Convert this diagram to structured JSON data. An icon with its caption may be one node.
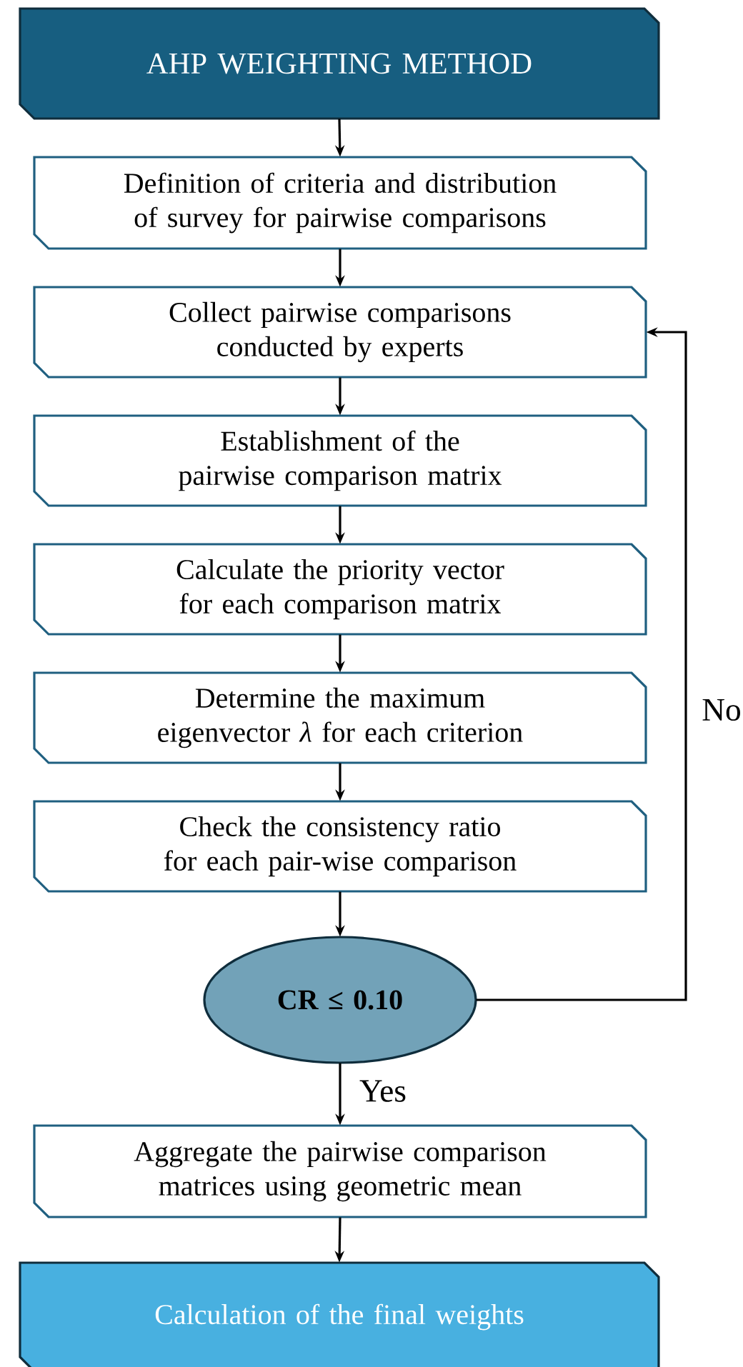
{
  "diagram": {
    "nodes": [
      {
        "text": [
          "AHP WEIGHTING METHOD"
        ]
      },
      {
        "text": [
          "Definition of criteria and distribution of survey for pairwise comparisons"
        ]
      },
      {
        "text": [
          "Collect pairwise comparisons conducted by experts"
        ]
      },
      {
        "text": [
          "Establishment of the pairwise comparison matrix"
        ]
      },
      {
        "text": [
          "Calculate the priority vector for each comparison matrix"
        ]
      },
      {
        "text": [
          "Determine the maximum eigenvector *λ* for each criterion"
        ]
      },
      {
        "text": [
          "Check the consistency ratio for each pair-wise comparison"
        ]
      },
      {
        "text": [
          "CR ≤ 0.10"
        ]
      },
      {
        "text": [
          "Aggregate the pairwise comparison matrices using geometric mean"
        ]
      },
      {
        "text": [
          "Calculation of the final weights"
        ]
      }
    ],
    "edges": [
      {
        "from": 0,
        "to": 1,
        "arrow": "to"
      },
      {
        "from": 1,
        "to": 2,
        "arrow": "to"
      },
      {
        "from": 2,
        "to": 3,
        "arrow": "to"
      },
      {
        "from": 3,
        "to": 4,
        "arrow": "to"
      },
      {
        "from": 4,
        "to": 5,
        "arrow": "to"
      },
      {
        "from": 5,
        "to": 6,
        "arrow": "to"
      },
      {
        "from": 6,
        "to": 7,
        "arrow": "to"
      },
      {
        "from": 7,
        "to": 8,
        "arrow": "to",
        "label": "Yes"
      },
      {
        "from": 8,
        "to": 9,
        "arrow": "to"
      },
      {
        "from": 7,
        "to": 2,
        "arrow": "to",
        "label": "No"
      }
    ]
  }
}
